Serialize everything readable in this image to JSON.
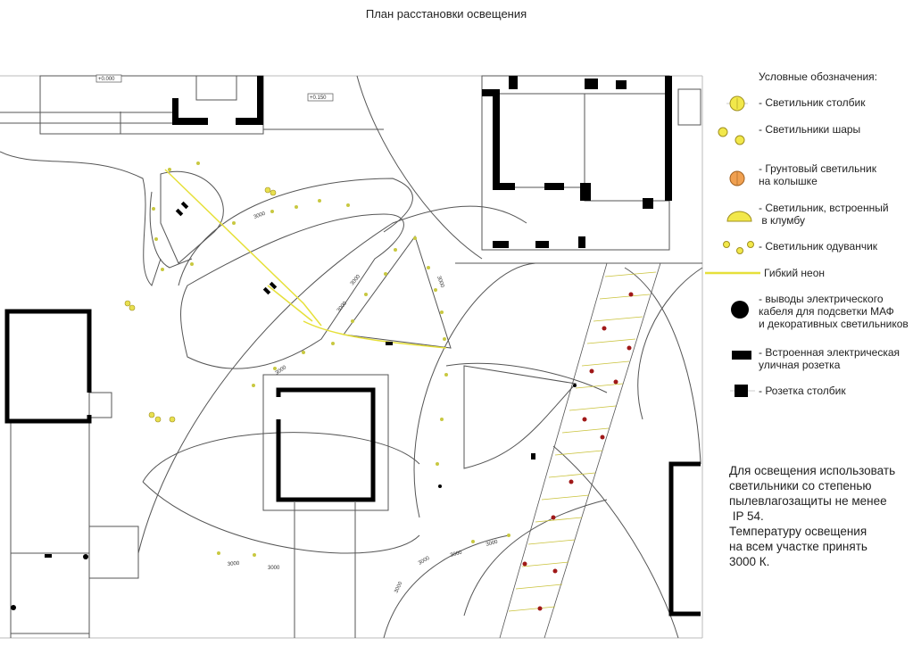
{
  "title": "План расстановки освещения",
  "levels": [
    "+0.000",
    "+0.150"
  ],
  "dimension_label": "3000",
  "legend": {
    "title": "Условные обозначения:",
    "items": [
      {
        "icon": "post-light-icon",
        "label": "- Светильник столбик"
      },
      {
        "icon": "ball-lights-icon",
        "label": "- Светильники шары"
      },
      {
        "icon": "ground-spike-light-icon",
        "label": "- Грунтовый светильник\nна колышке"
      },
      {
        "icon": "flowerbed-light-icon",
        "label": "- Светильник, встроенный\n в клумбу"
      },
      {
        "icon": "dandelion-light-icon",
        "label": "- Светильник одуванчик"
      },
      {
        "icon": "flex-neon-icon",
        "label": "Гибкий неон"
      },
      {
        "icon": "cable-outlet-icon",
        "label": "- выводы электрического\nкабеля для подсветки МАФ\nи декоративных светильников"
      },
      {
        "icon": "built-in-socket-icon",
        "label": "- Встроенная электрическая\nуличная розетка"
      },
      {
        "icon": "post-socket-icon",
        "label": "- Розетка столбик"
      }
    ]
  },
  "note": "Для освещения использовать\nсветильники со степенью\nпылевлагозащиты не менее\n IP 54.\nТемпературу освещения\nна всем участке принять\n3000 К.",
  "colors": {
    "light_yellow": "#f2e84a",
    "ground_light": "#f0a050",
    "neon": "#e6e03a",
    "outline": "#444444",
    "wall": "#000000",
    "socket_red": "#a01818"
  }
}
